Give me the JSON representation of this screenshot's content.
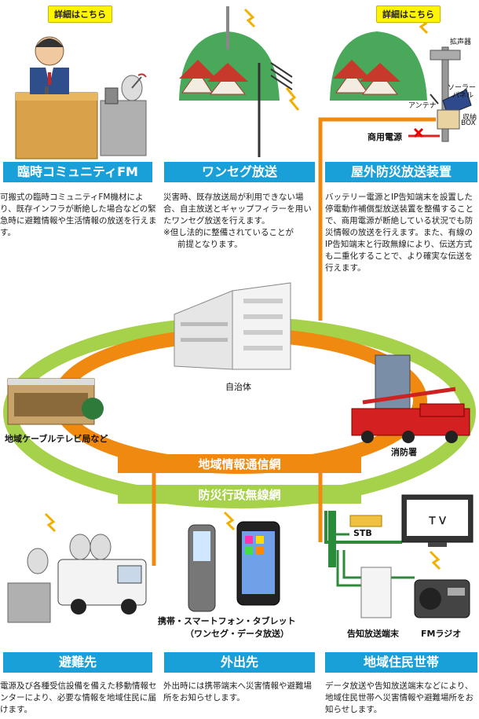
{
  "buttons": {
    "detail_left": "詳細はこちら",
    "detail_right": "詳細はこちら"
  },
  "sections": {
    "fm": {
      "title": "臨時コミュニティFM",
      "desc": "可搬式の臨時コミュニティFM機材により、既存インフラが断絶した場合などの緊急時に避難情報や生活情報の放送を行えます。"
    },
    "oneseg": {
      "title": "ワンセグ放送",
      "desc": "災害時、既存放送局が利用できない場合、自主放送とギャップフィラーを用いたワンセグ放送を行えます。",
      "note1": "※但し法的に整備されていることが",
      "note2": "前提となります。"
    },
    "outdoor": {
      "title": "屋外防災放送装置",
      "desc": "バッテリー電源とIP告知端末を設置した停電動作補償型放送装置を整備することで、商用電源が断絶している状況でも防災情報の放送を行えます。また、有線のIP告知端末と行政無線により、伝送方式も二重化することで、より確実な伝送を行えます。"
    },
    "shelter": {
      "title": "避難先",
      "desc": "電源及び各種受信設備を備えた移動情報センターにより、必要な情報を地域住民に届けます。"
    },
    "outing": {
      "title": "外出先",
      "desc": "外出時には携帯端末へ災害情報や避難場所をお知らせします。"
    },
    "household": {
      "title": "地域住民世帯",
      "desc": "データ放送や告知放送端末などにより、地域住民世帯へ災害情報や避難場所をお知らせします。"
    }
  },
  "equipment": {
    "speaker": "拡声器",
    "solar1": "ソーラー",
    "solar2": "パネル",
    "antenna": "アンテナ",
    "box1": "収納",
    "box2": "BOX",
    "power": "商用電源"
  },
  "network": {
    "municipality": "自治体",
    "cable_tv": "地域ケーブルテレビ局など",
    "fire_station": "消防署",
    "regional_net": "地域情報通信網",
    "disaster_radio": "防災行政無線網"
  },
  "devices": {
    "mobile1": "携帯・スマートフォン・タブレット",
    "mobile2": "（ワンセグ・データ放送）",
    "stb": "STB",
    "tv": "ＴＶ",
    "terminal": "告知放送端末",
    "fm_radio": "FMラジオ"
  },
  "colors": {
    "header": "#1aa0d8",
    "orange": "#f0890f",
    "green": "#a6d14a",
    "button": "#fff500"
  }
}
